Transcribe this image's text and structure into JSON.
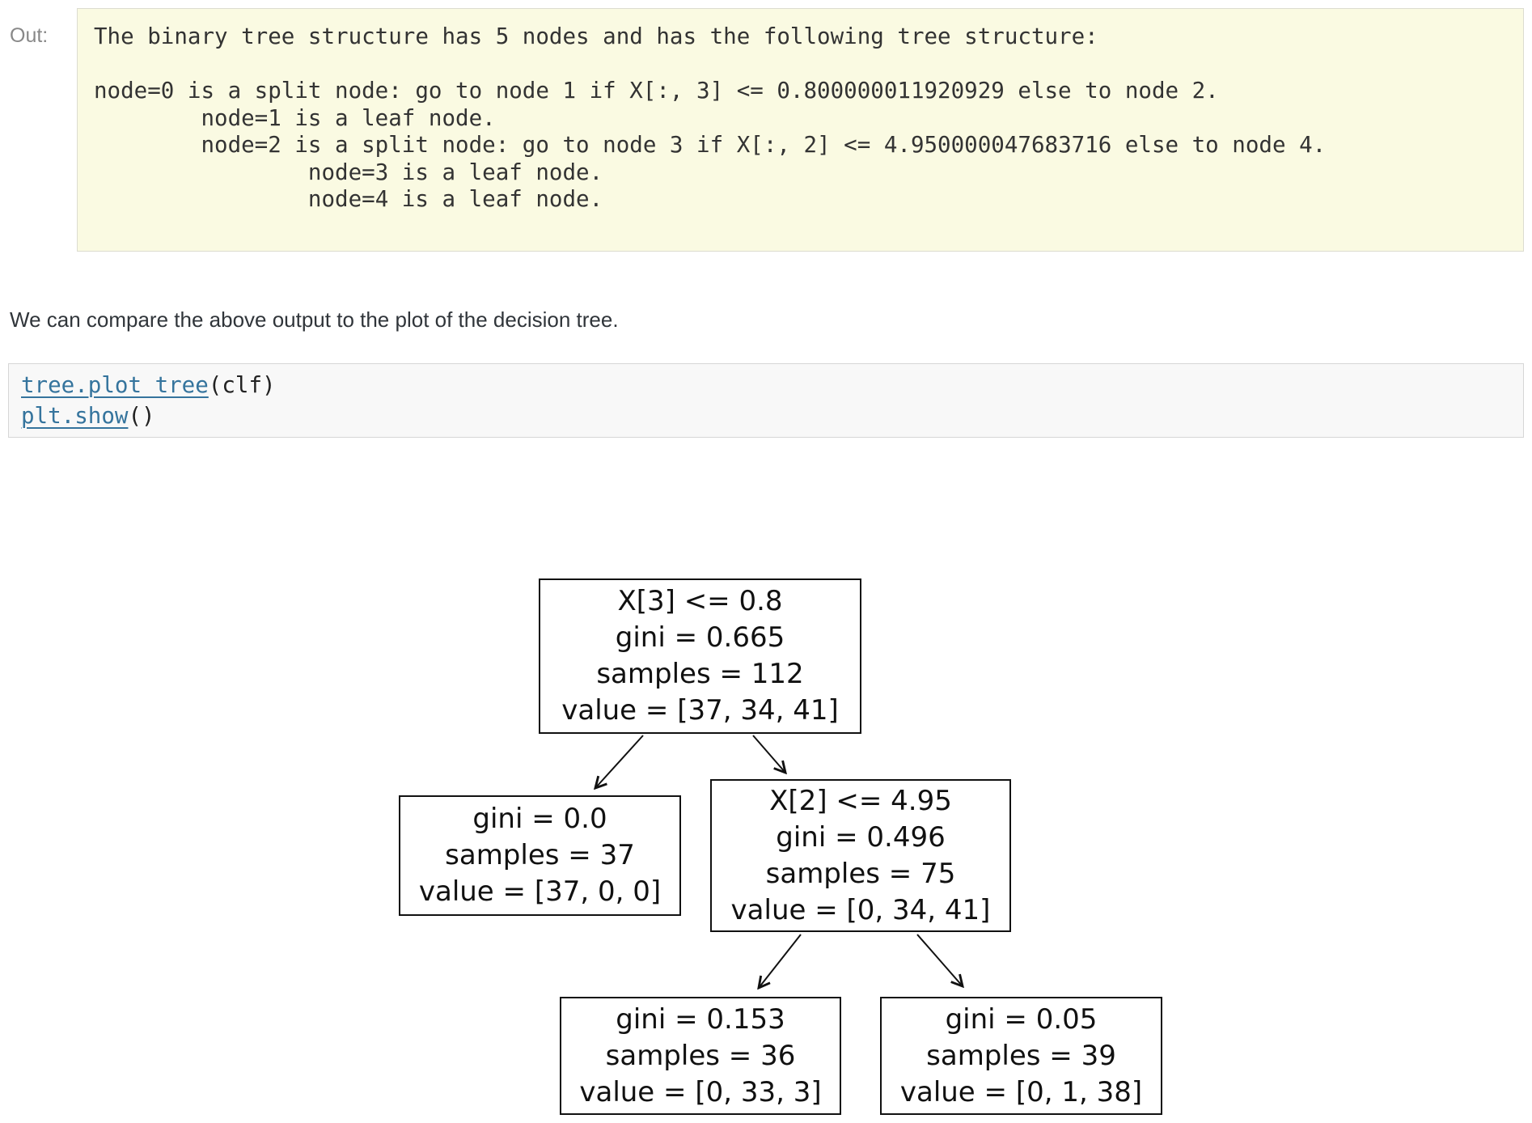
{
  "output_block": {
    "label": "Out:",
    "text": "The binary tree structure has 5 nodes and has the following tree structure:\n\nnode=0 is a split node: go to node 1 if X[:, 3] <= 0.800000011920929 else to node 2.\n\tnode=1 is a leaf node.\n\tnode=2 is a split node: go to node 3 if X[:, 2] <= 4.950000047683716 else to node 4.\n\t\tnode=3 is a leaf node.\n\t\tnode=4 is a leaf node."
  },
  "paragraph": {
    "text": "We can compare the above output to the plot of the decision tree."
  },
  "code_block": {
    "lines": [
      {
        "link": "tree.plot_tree",
        "suffix": "(clf)"
      },
      {
        "link": "plt.show",
        "suffix": "()"
      }
    ]
  },
  "tree": {
    "nodes": [
      {
        "id": 0,
        "lines": [
          "X[3] <= 0.8",
          "gini = 0.665",
          "samples = 112",
          "value = [37, 34, 41]"
        ]
      },
      {
        "id": 1,
        "lines": [
          "gini = 0.0",
          "samples = 37",
          "value = [37, 0, 0]"
        ]
      },
      {
        "id": 2,
        "lines": [
          "X[2] <= 4.95",
          "gini = 0.496",
          "samples = 75",
          "value = [0, 34, 41]"
        ]
      },
      {
        "id": 3,
        "lines": [
          "gini = 0.153",
          "samples = 36",
          "value = [0, 33, 3]"
        ]
      },
      {
        "id": 4,
        "lines": [
          "gini = 0.05",
          "samples = 39",
          "value = [0, 1, 38]"
        ]
      }
    ]
  },
  "colors": {
    "output_background": "#fafae2",
    "code_background": "#f8f8f8",
    "link_blue": "#35749d",
    "out_label_gray": "#888888",
    "plot_ink": "#111111"
  }
}
